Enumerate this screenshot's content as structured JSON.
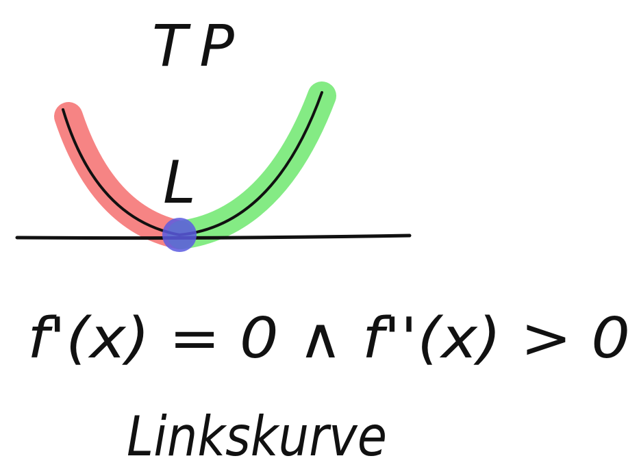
{
  "labels": {
    "title": "TP",
    "curve_letter": "L",
    "condition": "f'(x) = 0 ∧ f''(x) > 0",
    "caption": "Linkskurve"
  },
  "colors": {
    "background": "#ffffff",
    "ink": "#111111",
    "falling_highlight": "#f46e6e",
    "rising_highlight": "#6fe86f",
    "point_highlight": "#5a5ae0"
  }
}
